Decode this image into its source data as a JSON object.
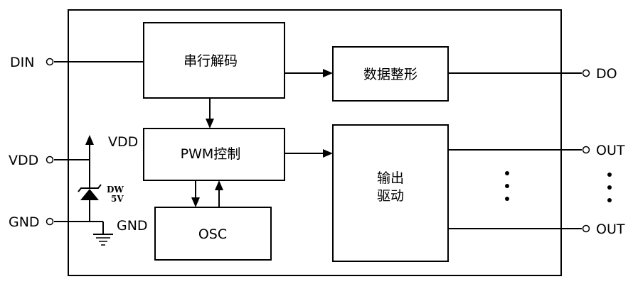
{
  "blocks": {
    "serial_decode": "串行解码",
    "data_shaping": "数据整形",
    "pwm_control": "PWM控制",
    "osc": "OSC",
    "output_drive_line1": "输出",
    "output_drive_line2": "驱动"
  },
  "pins": {
    "din": "DIN",
    "do": "DO",
    "vdd_outer": "VDD",
    "gnd_outer": "GND",
    "out_top": "OUT",
    "out_bottom": "OUT"
  },
  "internal_labels": {
    "vdd": "VDD",
    "gnd": "GND",
    "zener_type": "DW",
    "zener_voltage": "5V"
  }
}
